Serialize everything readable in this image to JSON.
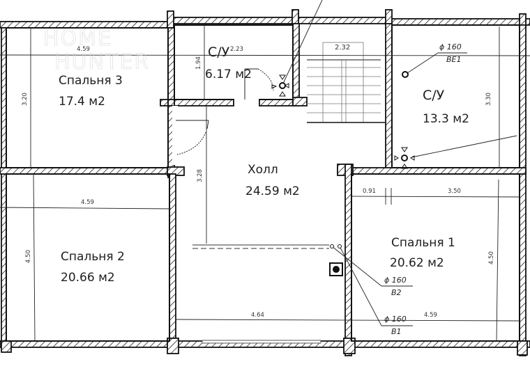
{
  "plan": {
    "type": "floor-plan",
    "watermark": {
      "line1": "HOME",
      "line2": "HUNTER"
    },
    "rooms": [
      {
        "id": "bedroom-3",
        "name": "Спальня 3",
        "area": "17.4 м2"
      },
      {
        "id": "bathroom-small",
        "name": "С/У",
        "area": "6.17 м2"
      },
      {
        "id": "bathroom-large",
        "name": "С/У",
        "area": "13.3 м2"
      },
      {
        "id": "hall",
        "name": "Холл",
        "area": "24.59 м2"
      },
      {
        "id": "bedroom-2",
        "name": "Спальня 2",
        "area": "20.66 м2"
      },
      {
        "id": "bedroom-1",
        "name": "Спальня 1",
        "area": "20.62 м2"
      }
    ],
    "dimensions": {
      "bedroom3_width": "4.59",
      "bedroom3_height": "3.20",
      "bath_small_width": "2.23",
      "bath_small_height": "1.94",
      "stair_width": "2.32",
      "bath_large_height": "3.30",
      "hall_height": "3.28",
      "bedroom2_width": "4.59",
      "bedroom2_height": "4.50",
      "hall_width": "4.64",
      "bedroom1_offset": "0.91",
      "bedroom1_partial": "3.50",
      "bedroom1_width": "4.59",
      "bedroom1_height": "4.50"
    },
    "ventilation": [
      {
        "diameter": "ϕ 160",
        "code": "ВЕ1"
      },
      {
        "diameter": "ϕ 160",
        "code": "В2"
      },
      {
        "diameter": "ϕ 160",
        "code": "В1"
      }
    ]
  }
}
